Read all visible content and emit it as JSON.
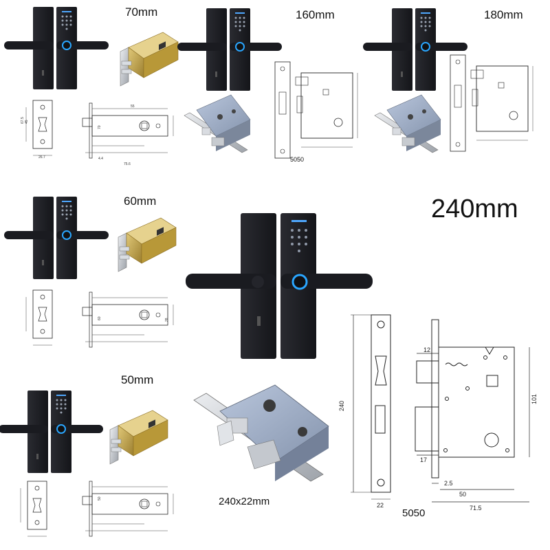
{
  "labels": {
    "size_70": "70mm",
    "size_160": "160mm",
    "size_180": "180mm",
    "size_60": "60mm",
    "size_240": "240mm",
    "size_50": "50mm",
    "size_240_body": "240x22mm",
    "model_160": "5050",
    "model_240": "5050"
  },
  "dimensions_240": {
    "faceplate_height": "240",
    "faceplate_width": "22",
    "case_height": "101",
    "backset": "50",
    "case_depth": "71.5",
    "latch_offset": "12",
    "spindle_offset": "17",
    "edge_offset": "2.5"
  },
  "dimensions_small": {
    "d1": "67.5",
    "d2": "45",
    "d3": "26.7",
    "d4": "4.4",
    "d5": "70",
    "d6": "75.6",
    "d7": "55",
    "d8": "60",
    "d9": "50",
    "d10": "28"
  },
  "colors": {
    "lock_body": "#1c1d22",
    "fingerprint_ring": "#2aa6ff",
    "brass": "#c8a94e",
    "steel": "#c9ccd1"
  }
}
